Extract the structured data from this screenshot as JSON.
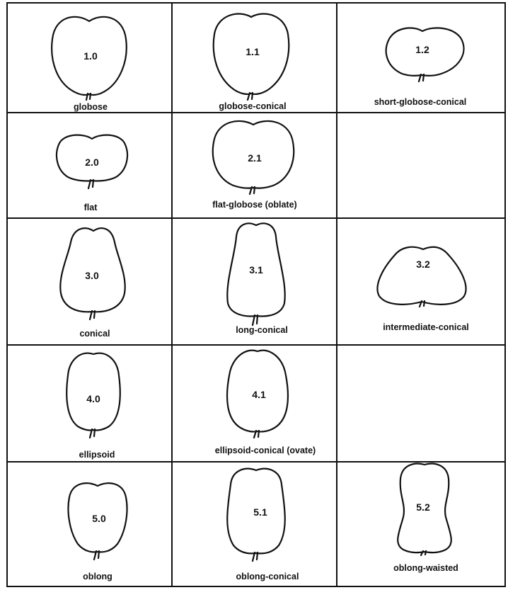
{
  "shapes": [
    {
      "code": "1.0",
      "label": "globose"
    },
    {
      "code": "1.1",
      "label": "globose-conical"
    },
    {
      "code": "1.2",
      "label": "short-globose-conical"
    },
    {
      "code": "2.0",
      "label": "flat"
    },
    {
      "code": "2.1",
      "label": "flat-globose (oblate)"
    },
    null,
    {
      "code": "3.0",
      "label": "conical"
    },
    {
      "code": "3.1",
      "label": "long-conical"
    },
    {
      "code": "3.2",
      "label": "intermediate-conical"
    },
    {
      "code": "4.0",
      "label": "ellipsoid"
    },
    {
      "code": "4.1",
      "label": "ellipsoid-conical (ovate)"
    },
    null,
    {
      "code": "5.0",
      "label": "oblong"
    },
    {
      "code": "5.1",
      "label": "oblong-conical"
    },
    {
      "code": "5.2",
      "label": "oblong-waisted"
    }
  ]
}
